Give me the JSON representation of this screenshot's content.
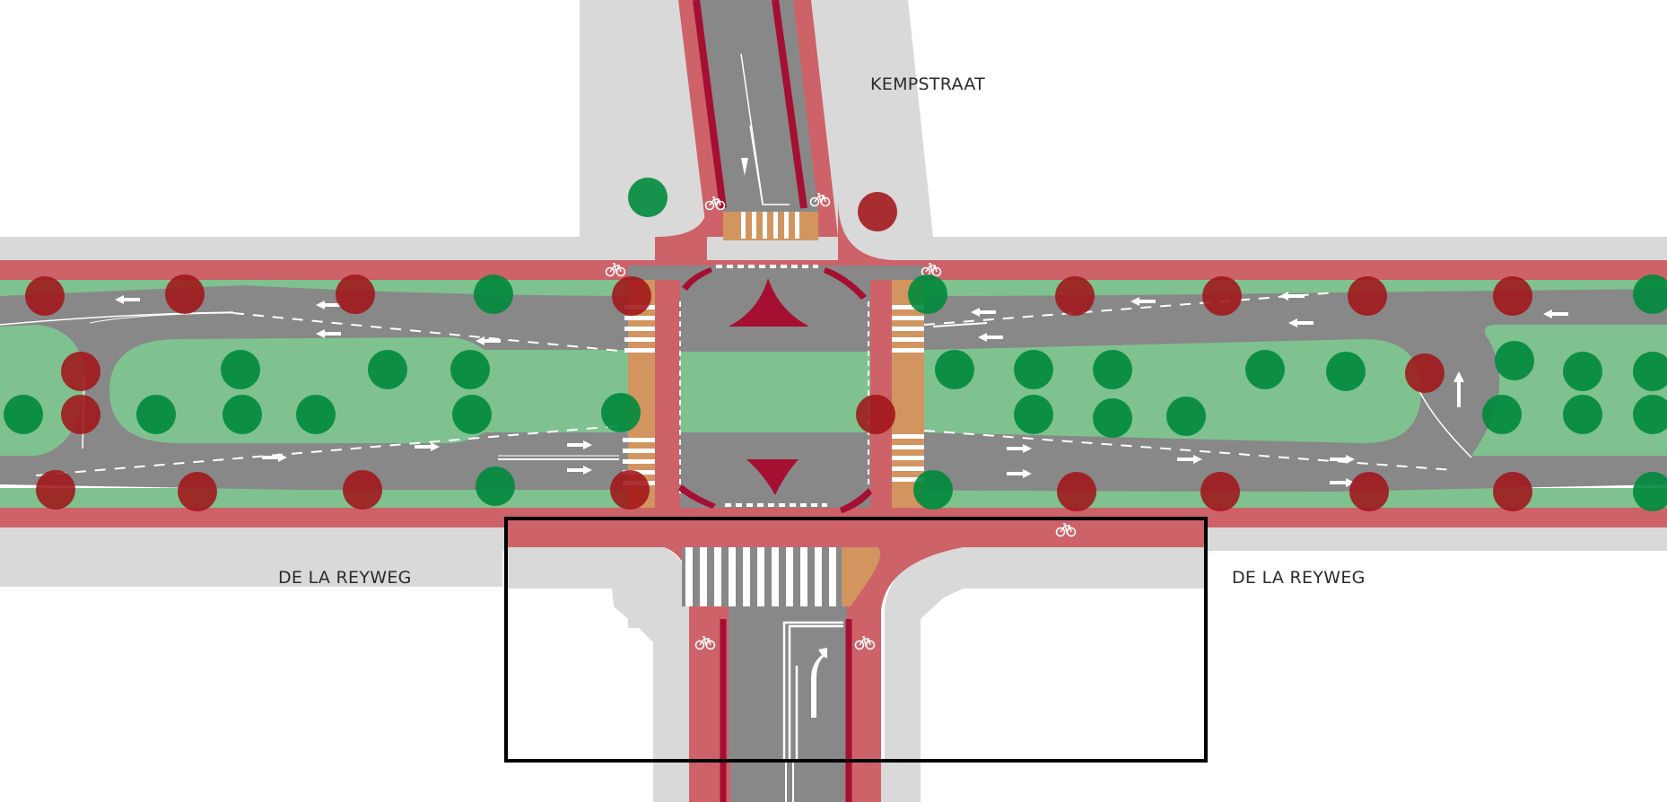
{
  "labels": {
    "kempstraat": "KEMPSTRAAT",
    "de_la_reyweg_west": "DE LA REYWEG",
    "de_la_reyweg_east": "DE LA REYWEG"
  },
  "colors": {
    "background": "#ffffff",
    "sidewalk": "#d9d9d9",
    "bike_path": "#cd6268",
    "bike_edge": "#a50f32",
    "road": "#888888",
    "median_grass": "#7fc28f",
    "conflict_zone": "#d2955f",
    "tree_new": "#008a3c",
    "tree_removed": "#a01418",
    "marking": "#ffffff",
    "highlight_frame": "#000000",
    "label_text": "#2b2b2b"
  },
  "legend_semantics": {
    "tree_new": "green circle",
    "tree_removed": "red circle"
  },
  "icons": [
    "bicycle-icon",
    "arrow-left-icon",
    "arrow-right-icon",
    "arrow-up-icon",
    "turn-arrow-icon",
    "zebra-crossing",
    "speed-table-triangle"
  ]
}
